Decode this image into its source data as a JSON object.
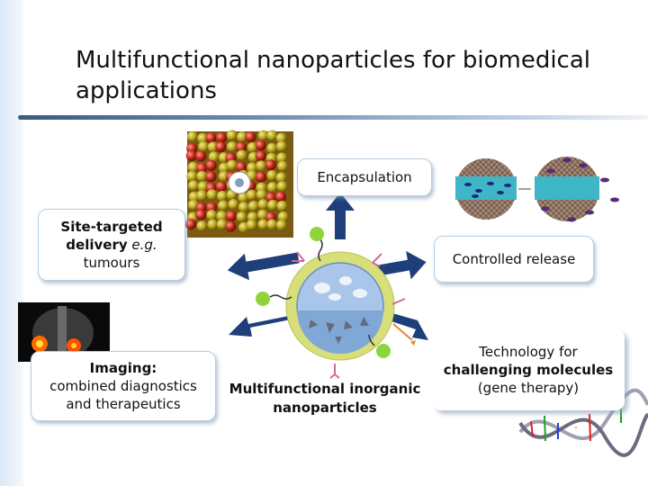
{
  "title": "Multifunctional nanoparticles for biomedical applications",
  "boxes": {
    "encapsulation": "Encapsulation",
    "site_targeted": {
      "line1": "Site-targeted",
      "line2_bold": "delivery",
      "line2_italic": " e.g.",
      "line3": "tumours"
    },
    "controlled_release": "Controlled release",
    "imaging": {
      "line1": "Imaging:",
      "line2": "combined diagnostics",
      "line3": "and therapeutics"
    },
    "technology": {
      "line1": "Technology for",
      "line2": "challenging molecules",
      "line3": "(gene therapy)"
    }
  },
  "center_label": {
    "line1": "Multifunctional inorganic",
    "line2": "nanoparticles"
  },
  "colors": {
    "arrow": "#1f3f7a",
    "shell": "#d8df7a",
    "core": "#a9c6ea",
    "bead": "#8fd43a"
  },
  "icons": [
    "porous-material-image",
    "release-particles-image",
    "xray-scan-image",
    "dna-helix-image",
    "nanoparticle-illustration"
  ]
}
